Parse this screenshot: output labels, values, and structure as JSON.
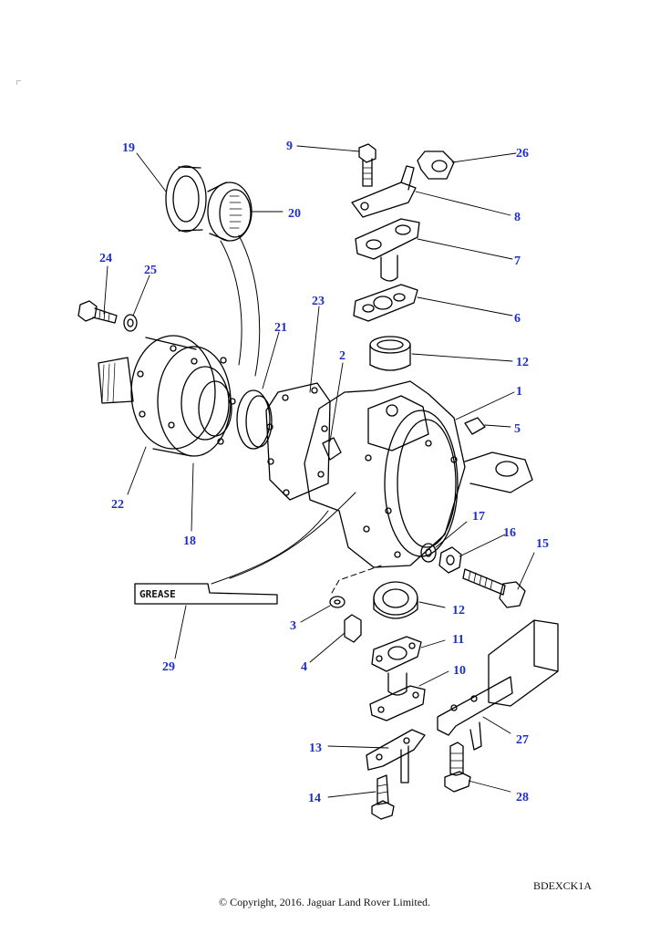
{
  "diagram": {
    "callouts": [
      "19",
      "20",
      "24",
      "25",
      "21",
      "23",
      "22",
      "18",
      "2",
      "9",
      "26",
      "8",
      "7",
      "6",
      "12",
      "1",
      "5",
      "17",
      "16",
      "15",
      "3",
      "4",
      "11",
      "10",
      "12",
      "13",
      "14",
      "27",
      "28",
      "29"
    ],
    "grease_label": "GREASE",
    "ref_code": "BDEXCK1A",
    "copyright": "© Copyright, 2016. Jaguar Land Rover Limited."
  }
}
